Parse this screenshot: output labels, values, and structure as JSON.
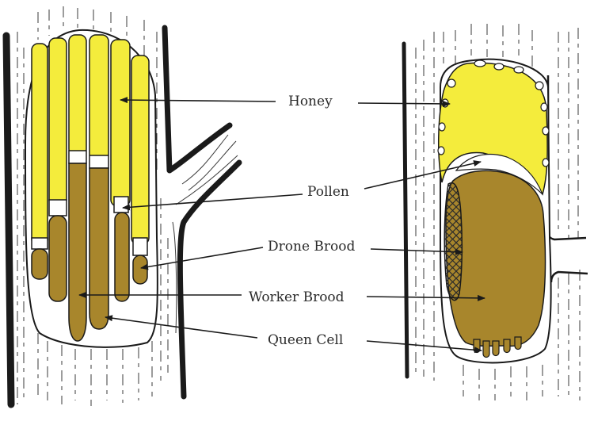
{
  "labels": {
    "honey": "Honey",
    "pollen": "Pollen",
    "drone_brood": "Drone Brood",
    "worker_brood": "Worker Brood",
    "queen_cell": "Queen Cell"
  },
  "colors": {
    "honey": "#f4ec3c",
    "pollen": "#ffffff",
    "brood": "#a8862c",
    "brood_dark": "#8e6f1f",
    "outline": "#1a1a1a",
    "wood_lines": "#3a3a3a",
    "background": "#ffffff"
  }
}
